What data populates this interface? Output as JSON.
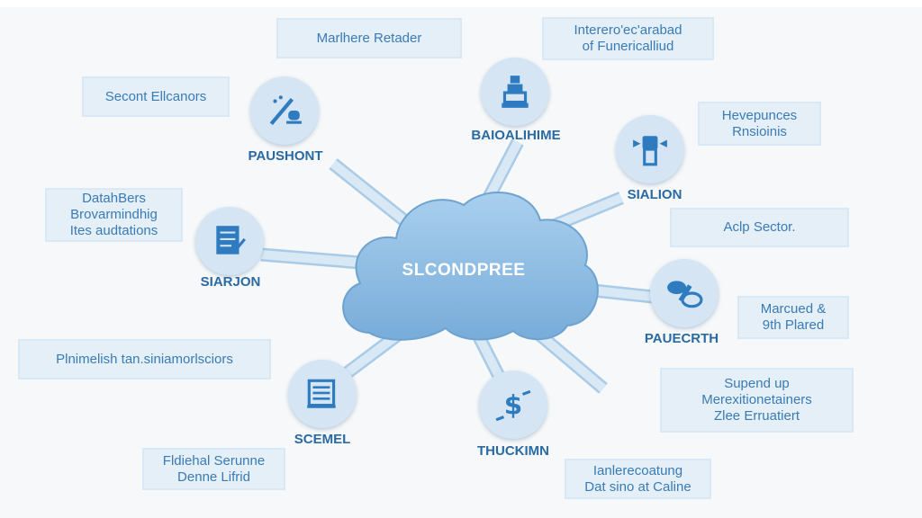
{
  "hub": {
    "title": "SLCONDPREE"
  },
  "nodes": [
    {
      "label": "PAUSHONT",
      "icon": "pen-tool-icon"
    },
    {
      "label": "BAIOALIHIME",
      "icon": "building-icon"
    },
    {
      "label": "SIALION",
      "icon": "device-icon"
    },
    {
      "label": "SIARJON",
      "icon": "checklist-icon"
    },
    {
      "label": "PAUECRTH",
      "icon": "pills-icon"
    },
    {
      "label": "SCEMEL",
      "icon": "document-icon"
    },
    {
      "label": "THUCKIMN",
      "icon": "exchange-icon"
    }
  ],
  "boxes": [
    {
      "lines": [
        "Marlhere Retader"
      ]
    },
    {
      "lines": [
        "Interero'ec'arabad",
        "of Funericalliud"
      ]
    },
    {
      "lines": [
        "Secont Ellcanors"
      ]
    },
    {
      "lines": [
        "Hevepunces",
        "Rnsioinis"
      ]
    },
    {
      "lines": [
        "DatahBers",
        "Brovarmindhig",
        "Ites audtations"
      ]
    },
    {
      "lines": [
        "Aclp Sector."
      ]
    },
    {
      "lines": [
        "Marcued &",
        "9th Plared"
      ]
    },
    {
      "lines": [
        "Plnimelish tan.siniamorlsciors"
      ]
    },
    {
      "lines": [
        "Supend up",
        "Merexitionetainers",
        "Zlee Erruatiert"
      ]
    },
    {
      "lines": [
        "Fldiehal Serunne",
        "Denne Lifrid"
      ]
    },
    {
      "lines": [
        "Ianlerecoatung",
        "Dat sino at Caline"
      ]
    }
  ],
  "colors": {
    "accent": "#2a6aa3",
    "cloud": "#8fbde3",
    "box": "#e4eff8"
  }
}
